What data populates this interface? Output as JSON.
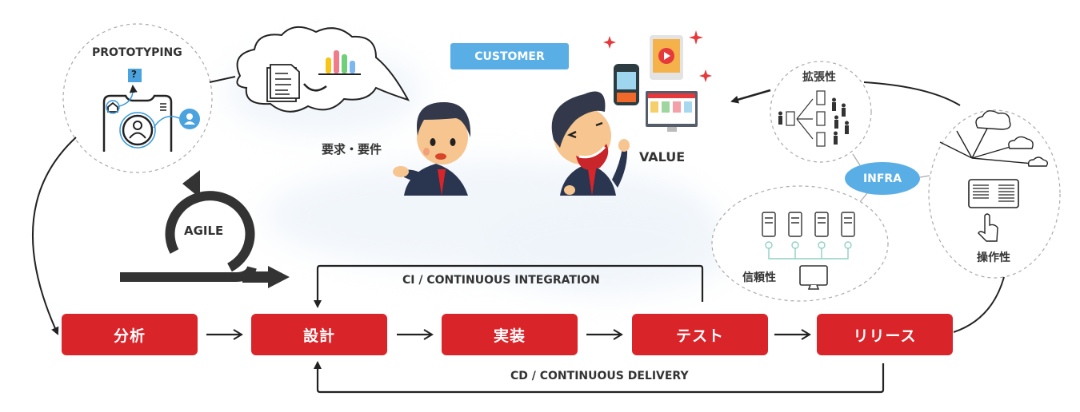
{
  "prototyping": {
    "label": "PROTOTYPING",
    "question_mark": "?"
  },
  "requirements": {
    "label": "要求・要件"
  },
  "customer": {
    "label": "CUSTOMER"
  },
  "value": {
    "label": "VALUE"
  },
  "infra": {
    "label": "INFRA",
    "scalability": "拡張性",
    "reliability": "信頼性",
    "operability": "操作性"
  },
  "agile": {
    "label": "AGILE"
  },
  "ci": {
    "label": "CI / CONTINUOUS INTEGRATION"
  },
  "cd": {
    "label": "CD / CONTINUOUS DELIVERY"
  },
  "process": {
    "steps": [
      {
        "label": "分析"
      },
      {
        "label": "設計"
      },
      {
        "label": "実装"
      },
      {
        "label": "テスト"
      },
      {
        "label": "リリース"
      }
    ]
  },
  "colors": {
    "step_red": "#d9242a",
    "accent_blue": "#5aaee6",
    "line_dark": "#222222"
  }
}
